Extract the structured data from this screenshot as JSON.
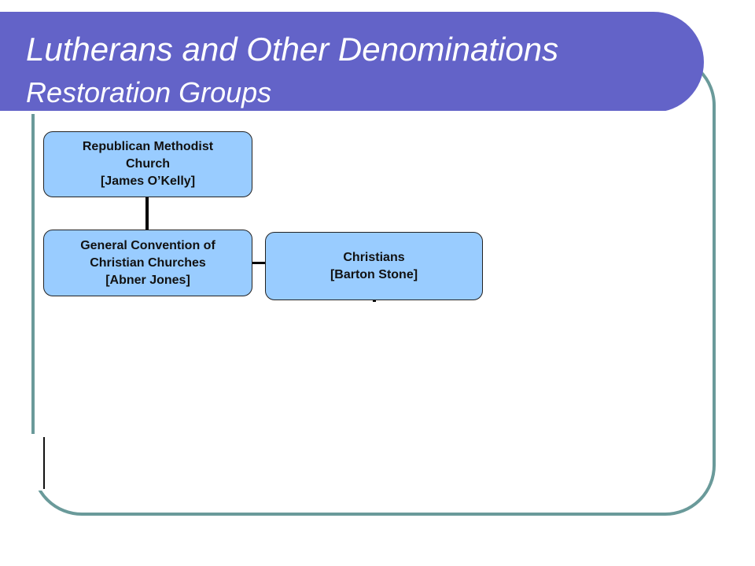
{
  "slide": {
    "title": "Lutherans and Other Denominations",
    "subtitle": "Restoration Groups"
  },
  "colors": {
    "header": "#6363c8",
    "frame": "#6a9a9a",
    "box_fill": "#99ccff"
  },
  "nodes": {
    "methodist": {
      "line1": "Republican Methodist",
      "line2": "Church",
      "line3": "[James O’Kelly]"
    },
    "convention": {
      "line1": "General Convention of",
      "line2": "Christian Churches",
      "line3": "[Abner Jones]"
    },
    "christians": {
      "line1": "Christians",
      "line2": "[Barton Stone]"
    }
  }
}
